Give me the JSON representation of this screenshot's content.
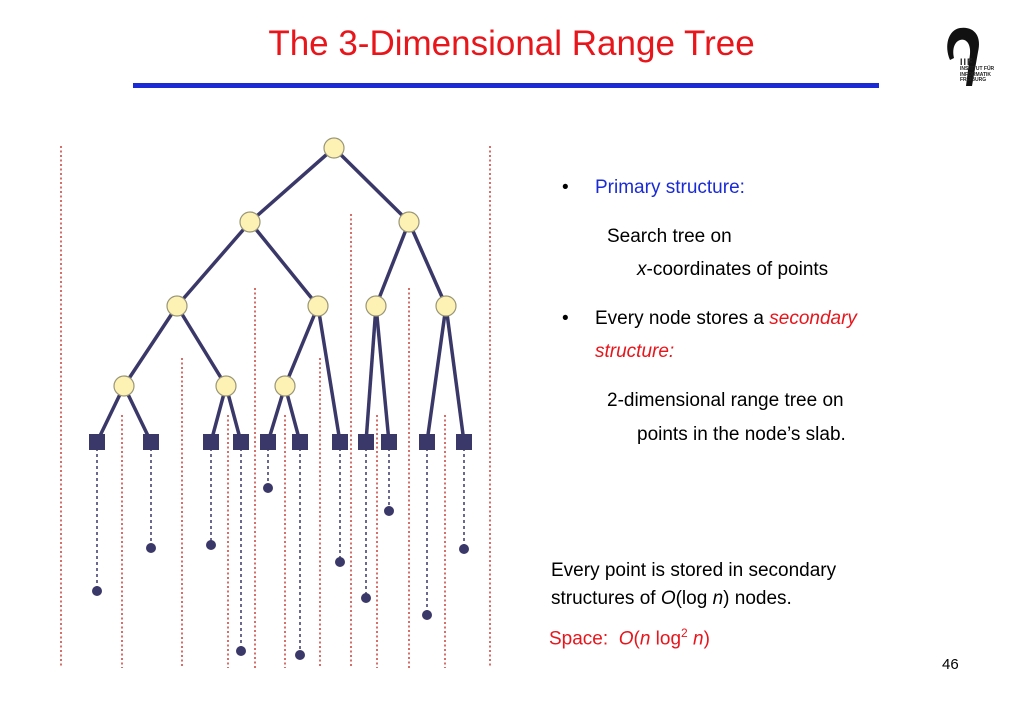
{
  "slide": {
    "title": "The 3-Dimensional Range Tree",
    "page_number": "46",
    "logo": {
      "text_main": "IIF",
      "text_lines": [
        "INSTITUT FÜR",
        "INFORMATIK",
        "FREIBURG"
      ]
    }
  },
  "bullets": [
    {
      "marker": "•",
      "label": "Primary structure:",
      "detail_line1": "Search tree on",
      "detail_line2_italic": "x",
      "detail_line2_rest": "-coordinates of points"
    },
    {
      "marker": "•",
      "text": "Every node stores a ",
      "emph_line1": "secondary",
      "emph_line2": "structure:",
      "detail_line1": "2-dimensional range tree on",
      "detail_line2": "points in the node’s slab."
    }
  ],
  "note": {
    "line1": "Every point is stored in secondary",
    "line2_pre": "structures of ",
    "line2_O": "O",
    "line2_mid1": "(log ",
    "line2_n": "n",
    "line2_post": ") nodes."
  },
  "space": {
    "label": "Space:",
    "O": "O",
    "open": "(",
    "n1": "n",
    "log": " log",
    "exp": "2",
    "n2": " n",
    "close": ")"
  },
  "colors": {
    "title": "#e8151b",
    "rule": "#1a2bd6",
    "node_fill": "#fdf2b3",
    "edge": "#3a3868",
    "leaf": "#3a3868",
    "slab_line": "#c0201a"
  },
  "diagram": {
    "description_nodes": "binary search tree: 1 root, 2, 4, 3 internal levels, 11 leaves"
  }
}
